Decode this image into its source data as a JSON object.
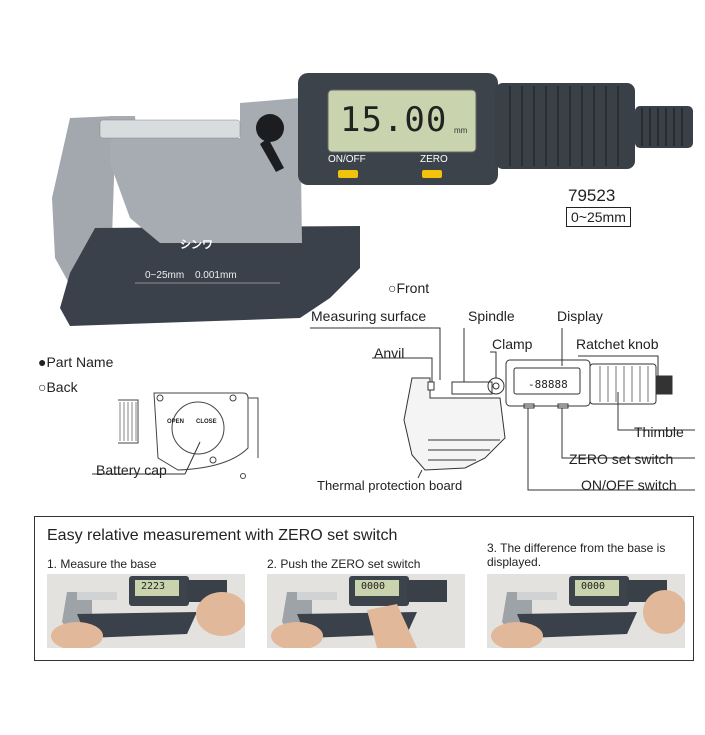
{
  "hero": {
    "display_value": "15.00",
    "display_unit": "mm",
    "onoff_label": "ON/OFF",
    "zero_label": "ZERO",
    "brand": "シンワ",
    "frame_text": "0~25mm 0.001mm",
    "model_number": "79523",
    "model_range": "0~25mm"
  },
  "diagram": {
    "front_label": "○Front",
    "part_name_label": "●Part Name",
    "back_label": "○Back",
    "parts": {
      "measuring_surface": "Measuring surface",
      "spindle": "Spindle",
      "display": "Display",
      "anvil": "Anvil",
      "clamp": "Clamp",
      "ratchet_knob": "Ratchet knob",
      "thimble": "Thimble",
      "zero_set_switch": "ZERO set switch",
      "onoff_switch": "ON/OFF switch",
      "thermal_board": "Thermal protection board",
      "battery_cap": "Battery cap"
    },
    "small_display": "-88888",
    "back_cap_open": "OPEN",
    "back_cap_close": "CLOSE"
  },
  "panel": {
    "title": "Easy relative measurement with ZERO set switch",
    "steps": [
      {
        "text": "1. Measure the base",
        "screen": "2223"
      },
      {
        "text": "2. Push the ZERO set switch",
        "screen": "0000"
      },
      {
        "text": "3. The difference from the base is displayed.",
        "screen": "0000"
      }
    ]
  },
  "colors": {
    "body": "#3a4048",
    "frame": "#9aa0a6",
    "lcd": "#c9d3ad",
    "button": "#f2c30b"
  }
}
